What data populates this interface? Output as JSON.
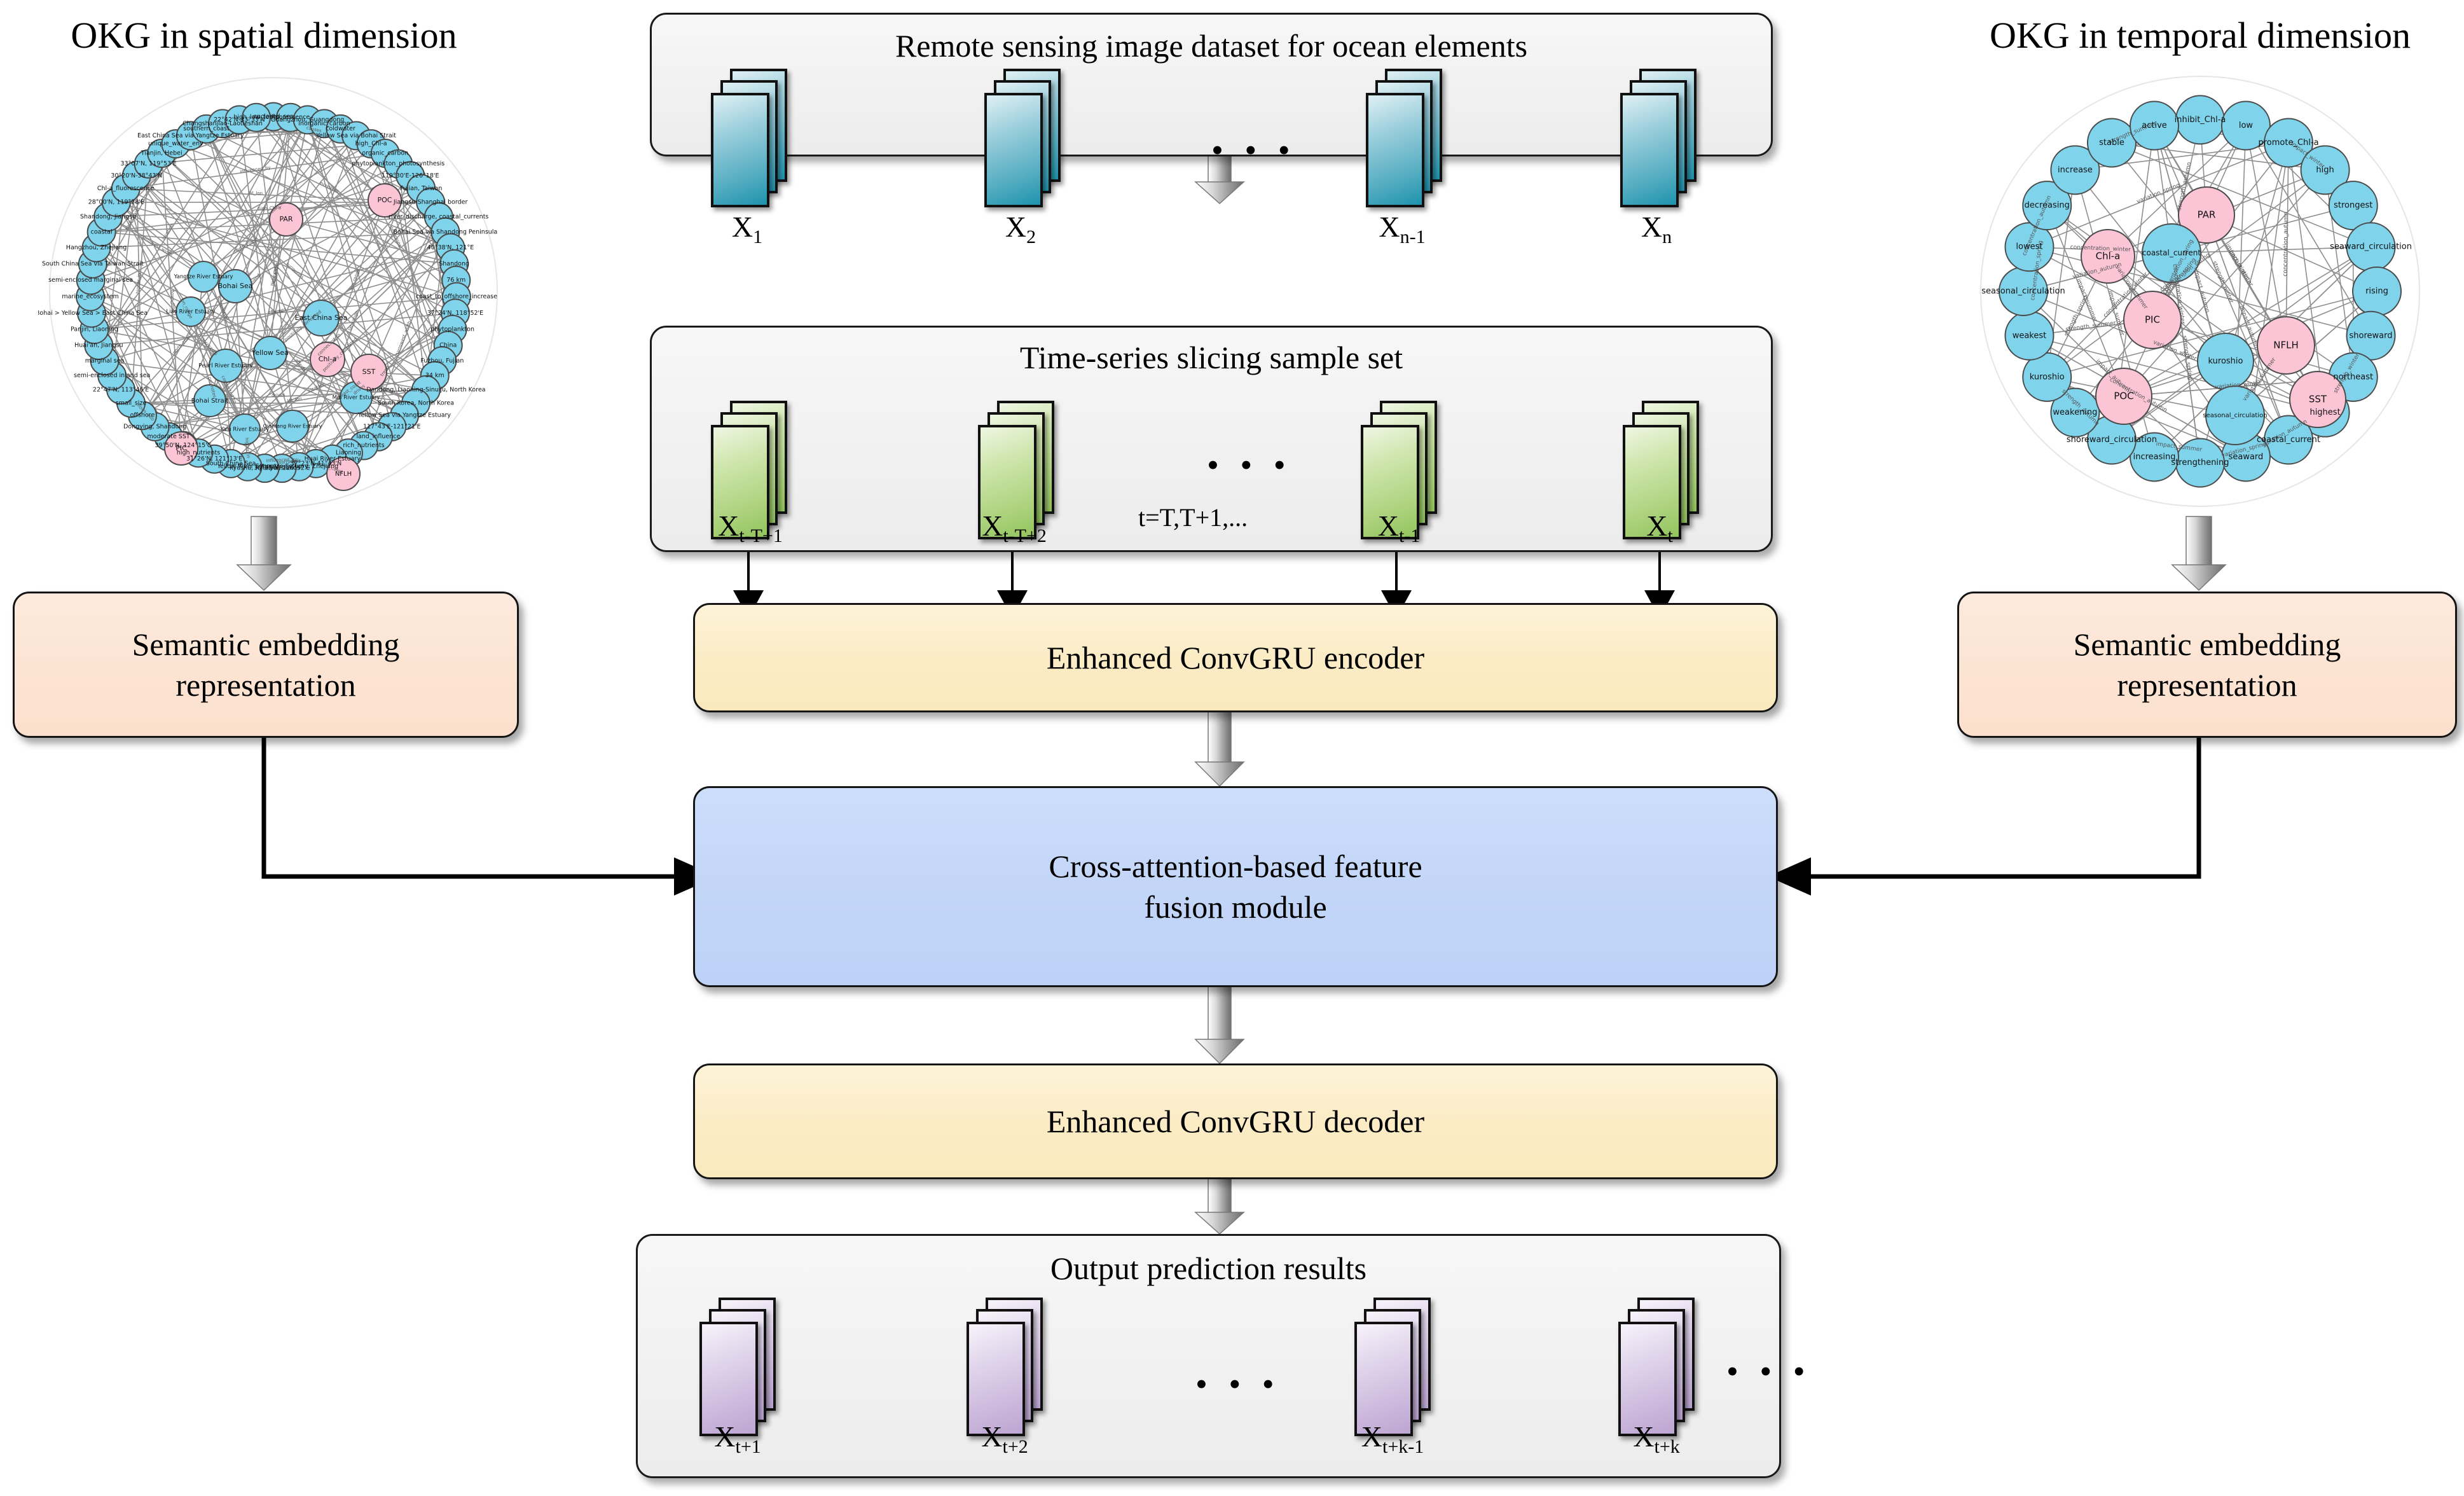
{
  "headers": {
    "spatial": "OKG in spatial dimension",
    "temporal": "OKG in temporal dimension"
  },
  "panels": {
    "dataset": {
      "title": "Remote sensing image dataset for ocean elements",
      "items": [
        {
          "label": "X",
          "sub": "1"
        },
        {
          "label": "X",
          "sub": "2"
        },
        {
          "label": "X",
          "sub": "n-1"
        },
        {
          "label": "X",
          "sub": "n"
        }
      ],
      "ellipsis": "• • •"
    },
    "slicing": {
      "title": "Time-series slicing sample set",
      "items": [
        {
          "label": "X",
          "sub": "t-T+1"
        },
        {
          "label": "X",
          "sub": "t-T+2"
        },
        {
          "label": "X",
          "sub": "t-1"
        },
        {
          "label": "X",
          "sub": "t"
        }
      ],
      "ellipsis": "• • •",
      "note": "t=T,T+1,..."
    },
    "output": {
      "title": "Output prediction results",
      "items": [
        {
          "label": "X",
          "sub": "t+1"
        },
        {
          "label": "X",
          "sub": "t+2"
        },
        {
          "label": "X",
          "sub": "t+k-1"
        },
        {
          "label": "X",
          "sub": "t+k"
        }
      ],
      "ellipsis": "• • •",
      "ellipsis_right": "• • •"
    }
  },
  "boxes": {
    "encoder": "Enhanced ConvGRU encoder",
    "fusion_line1": "Cross-attention-based feature",
    "fusion_line2": "fusion module",
    "decoder": "Enhanced ConvGRU decoder",
    "embed_left_line1": "Semantic embedding",
    "embed_left_line2": "representation",
    "embed_right_line1": "Semantic embedding",
    "embed_right_line2": "representation"
  },
  "colors": {
    "encoder_fill": "#fbecc6",
    "decoder_fill": "#fbecc6",
    "fusion_fill": "#c3d6f8",
    "embedding_fill": "#fce4d3",
    "panel_fill": "#f1f1f1",
    "node_blue": "#7fd4ec",
    "node_pink": "#fbc5d6",
    "card_teal": "#57aec2",
    "card_green": "#aed37f",
    "card_purple": "#ccb9dd"
  },
  "okg_spatial": {
    "title": "OKG in spatial dimension",
    "pink_nodes": [
      "PAR",
      "POC",
      "Chl-a",
      "SST",
      "PIC",
      "NFLH"
    ],
    "core_nodes": [
      "Bohai Sea",
      "East China Sea",
      "Yellow Sea",
      "Pearl River Estuary",
      "Yangtze River Estuary",
      "Bohai Strait",
      "Liao River Estuary",
      "Yalu River Estuary",
      "Qiantang River Estuary",
      "Min River Estuary"
    ],
    "rim_nodes": [
      "enclosed_sea",
      "fluorescence",
      "Guangzhou, Guangdong",
      "inorganic_carbon",
      "coldwater",
      "Yellow Sea via Bohai Strait",
      "high_Chl-a",
      "organic_carbon",
      "phytoplankton_photosynthesis",
      "119°30'E-126°18'E",
      "Fujian, Taiwan",
      "Jiangsu-Shanghai border",
      "river_discharge, coastal_currents",
      "Bohai Sea via Shandong Peninsula",
      "40°38'N, 121°E",
      "Shandong",
      "76 km",
      "coast_to_offshore_increase",
      "37°24'N, 118°52'E",
      "phytoplankton",
      "China",
      "Fuzhou, Fujian",
      "34 km",
      "Dandong, Liaoning-Sinuiju, North Korea",
      "South Korea, North Korea",
      "Yellow Sea via Yangtze Estuary",
      "117°43'E-121°21'E",
      "land_influence",
      "rich_nutrients",
      "Liaoning",
      "Huai River Estuary",
      "37°23'N-41°43'N",
      "Yangtze Estuary, Zhejiang",
      "30°12'N, 120°52'E",
      "Kyushu, Ryukyu Islands",
      "Yellow River Estuary",
      "South China Sea",
      "31°26'N, 121°13'E",
      "high_nutrients",
      "39°50'N, 124°15'C",
      "moderate SST",
      "Dongying, Shandong",
      "offshore",
      "small_size",
      "22°47'N, 113°46'E",
      "semi-enclosed inland sea",
      "marginal sea",
      "Huai'an, Jiangsu",
      "Panjin, Liaoning",
      "Bohai > Yellow Sea > East China Sea",
      "marine_ecosystem",
      "semi-enclosed marginal sea",
      "South China Sea via Taiwan Strait",
      "Hangzhou, Zhejiang",
      "coastal",
      "Shandong, Jiangsu",
      "28°00'N, 119°28'E",
      "Chl-a_fluorescence",
      "30°20'N-38°43'N",
      "33°07'N, 119°53'E",
      "Tianjin, Hebei",
      "unique_water_env",
      "East China Sea via Yangtze Estuary",
      "southern_coast",
      "Changshanjiao-Laotieshan",
      "22°42'N-33°33'N",
      "high_low_temp"
    ],
    "edge_labels": [
      "increases",
      "affects",
      "location",
      "connected_to",
      "lat_lon",
      "lon_range",
      "lat_range",
      "high_Chl-a",
      "flows_into",
      "promotes",
      "surrounds",
      "influenced_by",
      "positively_correlated",
      "east_coast",
      "higher_in",
      "decreases",
      "narrowest_width",
      "drives",
      "trend",
      "north_coast",
      "south_coast",
      "causes"
    ]
  },
  "okg_temporal": {
    "title": "OKG in temporal dimension",
    "pink_nodes": [
      "PAR",
      "Chl-a",
      "PIC",
      "POC",
      "NFLH",
      "SST"
    ],
    "blue_nodes": [
      "inhibit_Chl-a",
      "low",
      "promote_Chl-a",
      "high",
      "strongest",
      "seaward_circulation",
      "rising",
      "shoreward",
      "northeast",
      "highest",
      "coastal_current",
      "seaward",
      "strengthening",
      "increasing",
      "shoreward_circulation",
      "weakening",
      "kuroshio",
      "weakest",
      "seasonal_circulation",
      "lowest",
      "decreasing",
      "increase",
      "stable",
      "active"
    ],
    "edge_labels": [
      "impact_summer",
      "impact_autumn",
      "impact_winter",
      "concentration_winter",
      "concentration_autumn",
      "concentration_spring",
      "variation_spring",
      "variation_summer",
      "variation_autumn",
      "variation_winter",
      "strength_spring",
      "strength_summer",
      "strength_autumn",
      "strength_winter"
    ]
  }
}
